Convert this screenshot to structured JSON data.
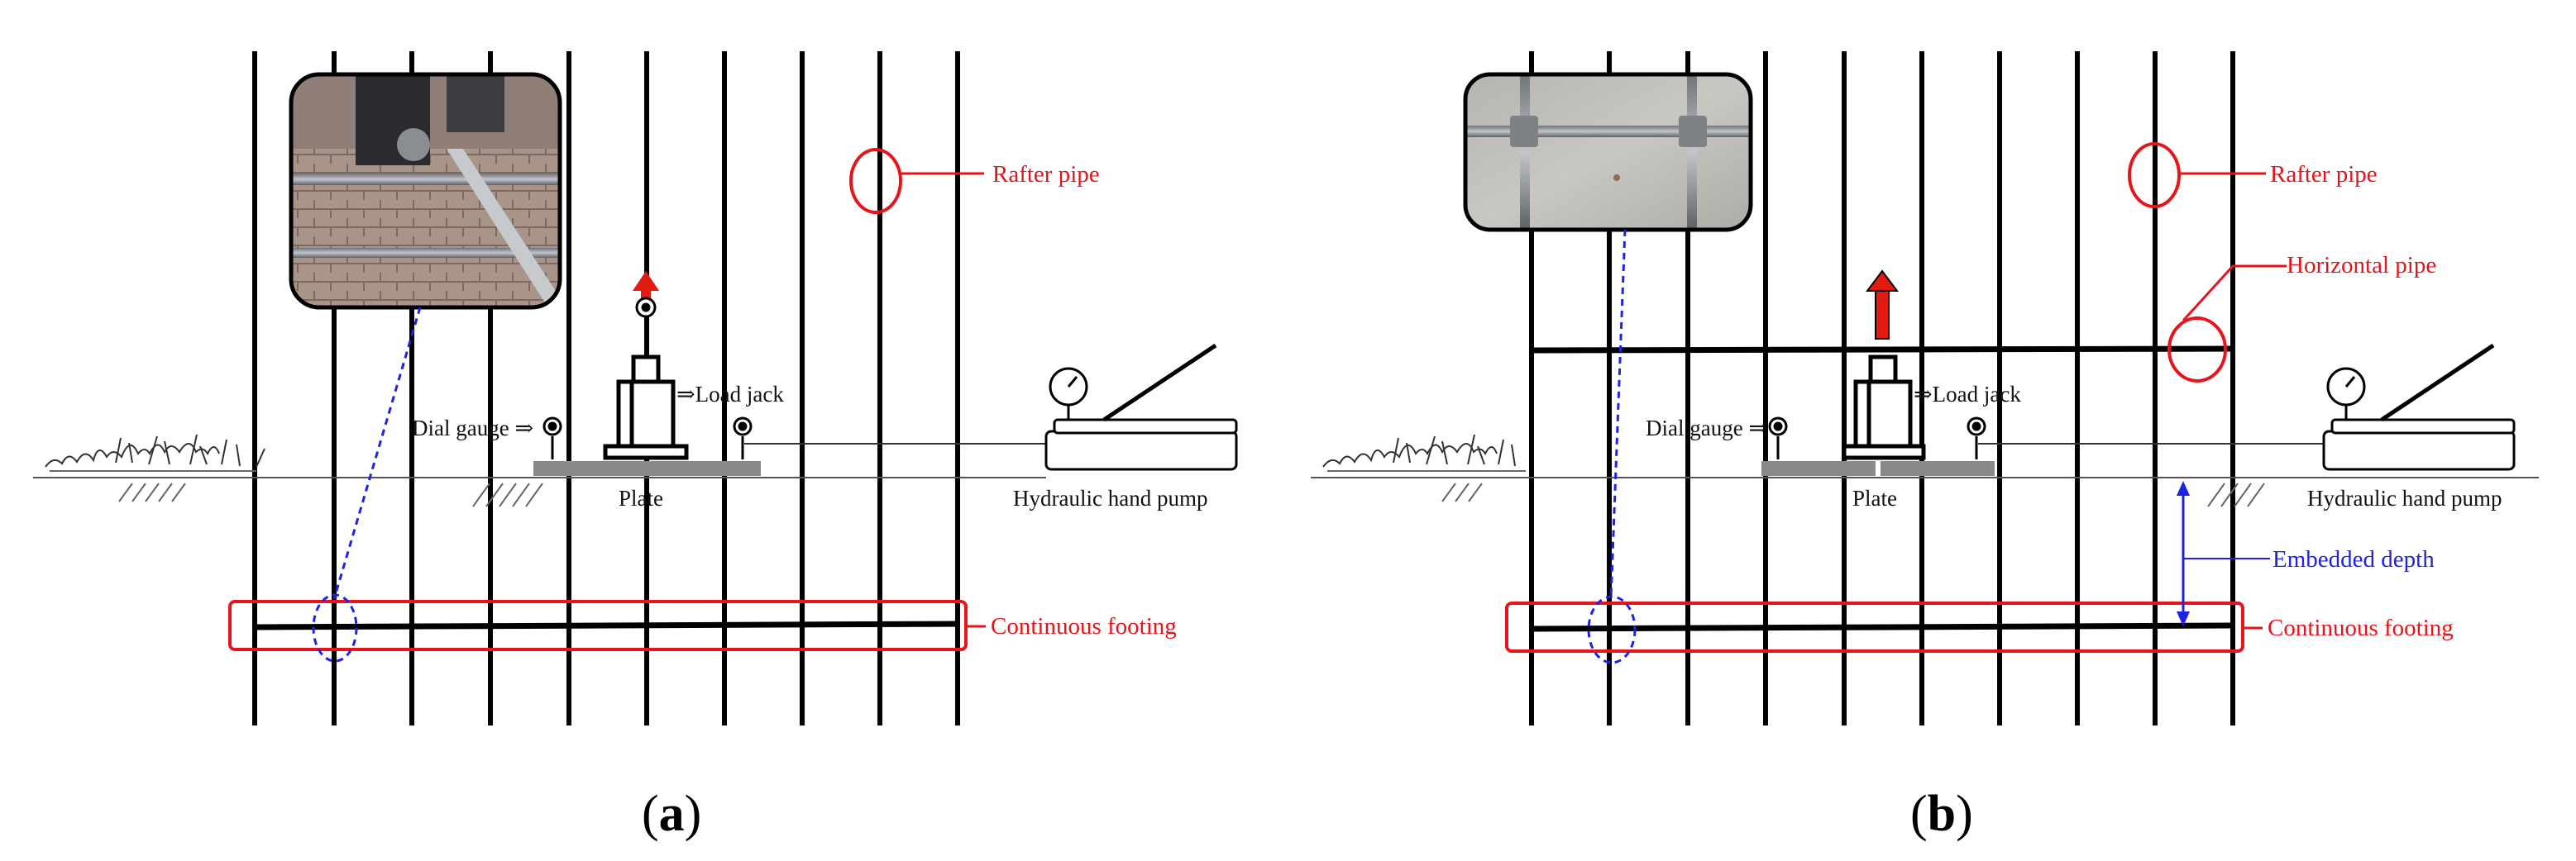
{
  "panels": [
    {
      "id": "a",
      "caption": {
        "open": "(",
        "letter": "a",
        "close": ")"
      },
      "labels": {
        "rafter_pipe": "Rafter pipe",
        "dial_gauge": "Dial gauge ⇒",
        "load_jack": "⇒Load jack",
        "plate": "Plate",
        "hydraulic_pump": "Hydraulic hand pump",
        "continuous_footing": "Continuous footing"
      }
    },
    {
      "id": "b",
      "caption": {
        "open": "(",
        "letter": "b",
        "close": ")"
      },
      "labels": {
        "rafter_pipe": "Rafter pipe",
        "horizontal_pipe": "Horizontal pipe",
        "dial_gauge": "Dial gauge ⇒",
        "load_jack": "⇒Load jack",
        "plate": "Plate",
        "hydraulic_pump": "Hydraulic hand pump",
        "embedded_depth": "Embedded depth",
        "continuous_footing": "Continuous footing"
      }
    }
  ],
  "colors": {
    "annotation_red": "#e8141b",
    "annotation_blue": "#1e22e6",
    "pipe": "#000000",
    "plate": "#8a8a8a",
    "arrow": "#e11b12"
  },
  "icons": {
    "pump": "hydraulic-pump-icon",
    "gauge": "pressure-gauge-icon",
    "jack": "load-jack-icon",
    "dial": "dial-gauge-icon",
    "vegetation": "grass-icon",
    "soil": "soil-hatch-icon"
  }
}
